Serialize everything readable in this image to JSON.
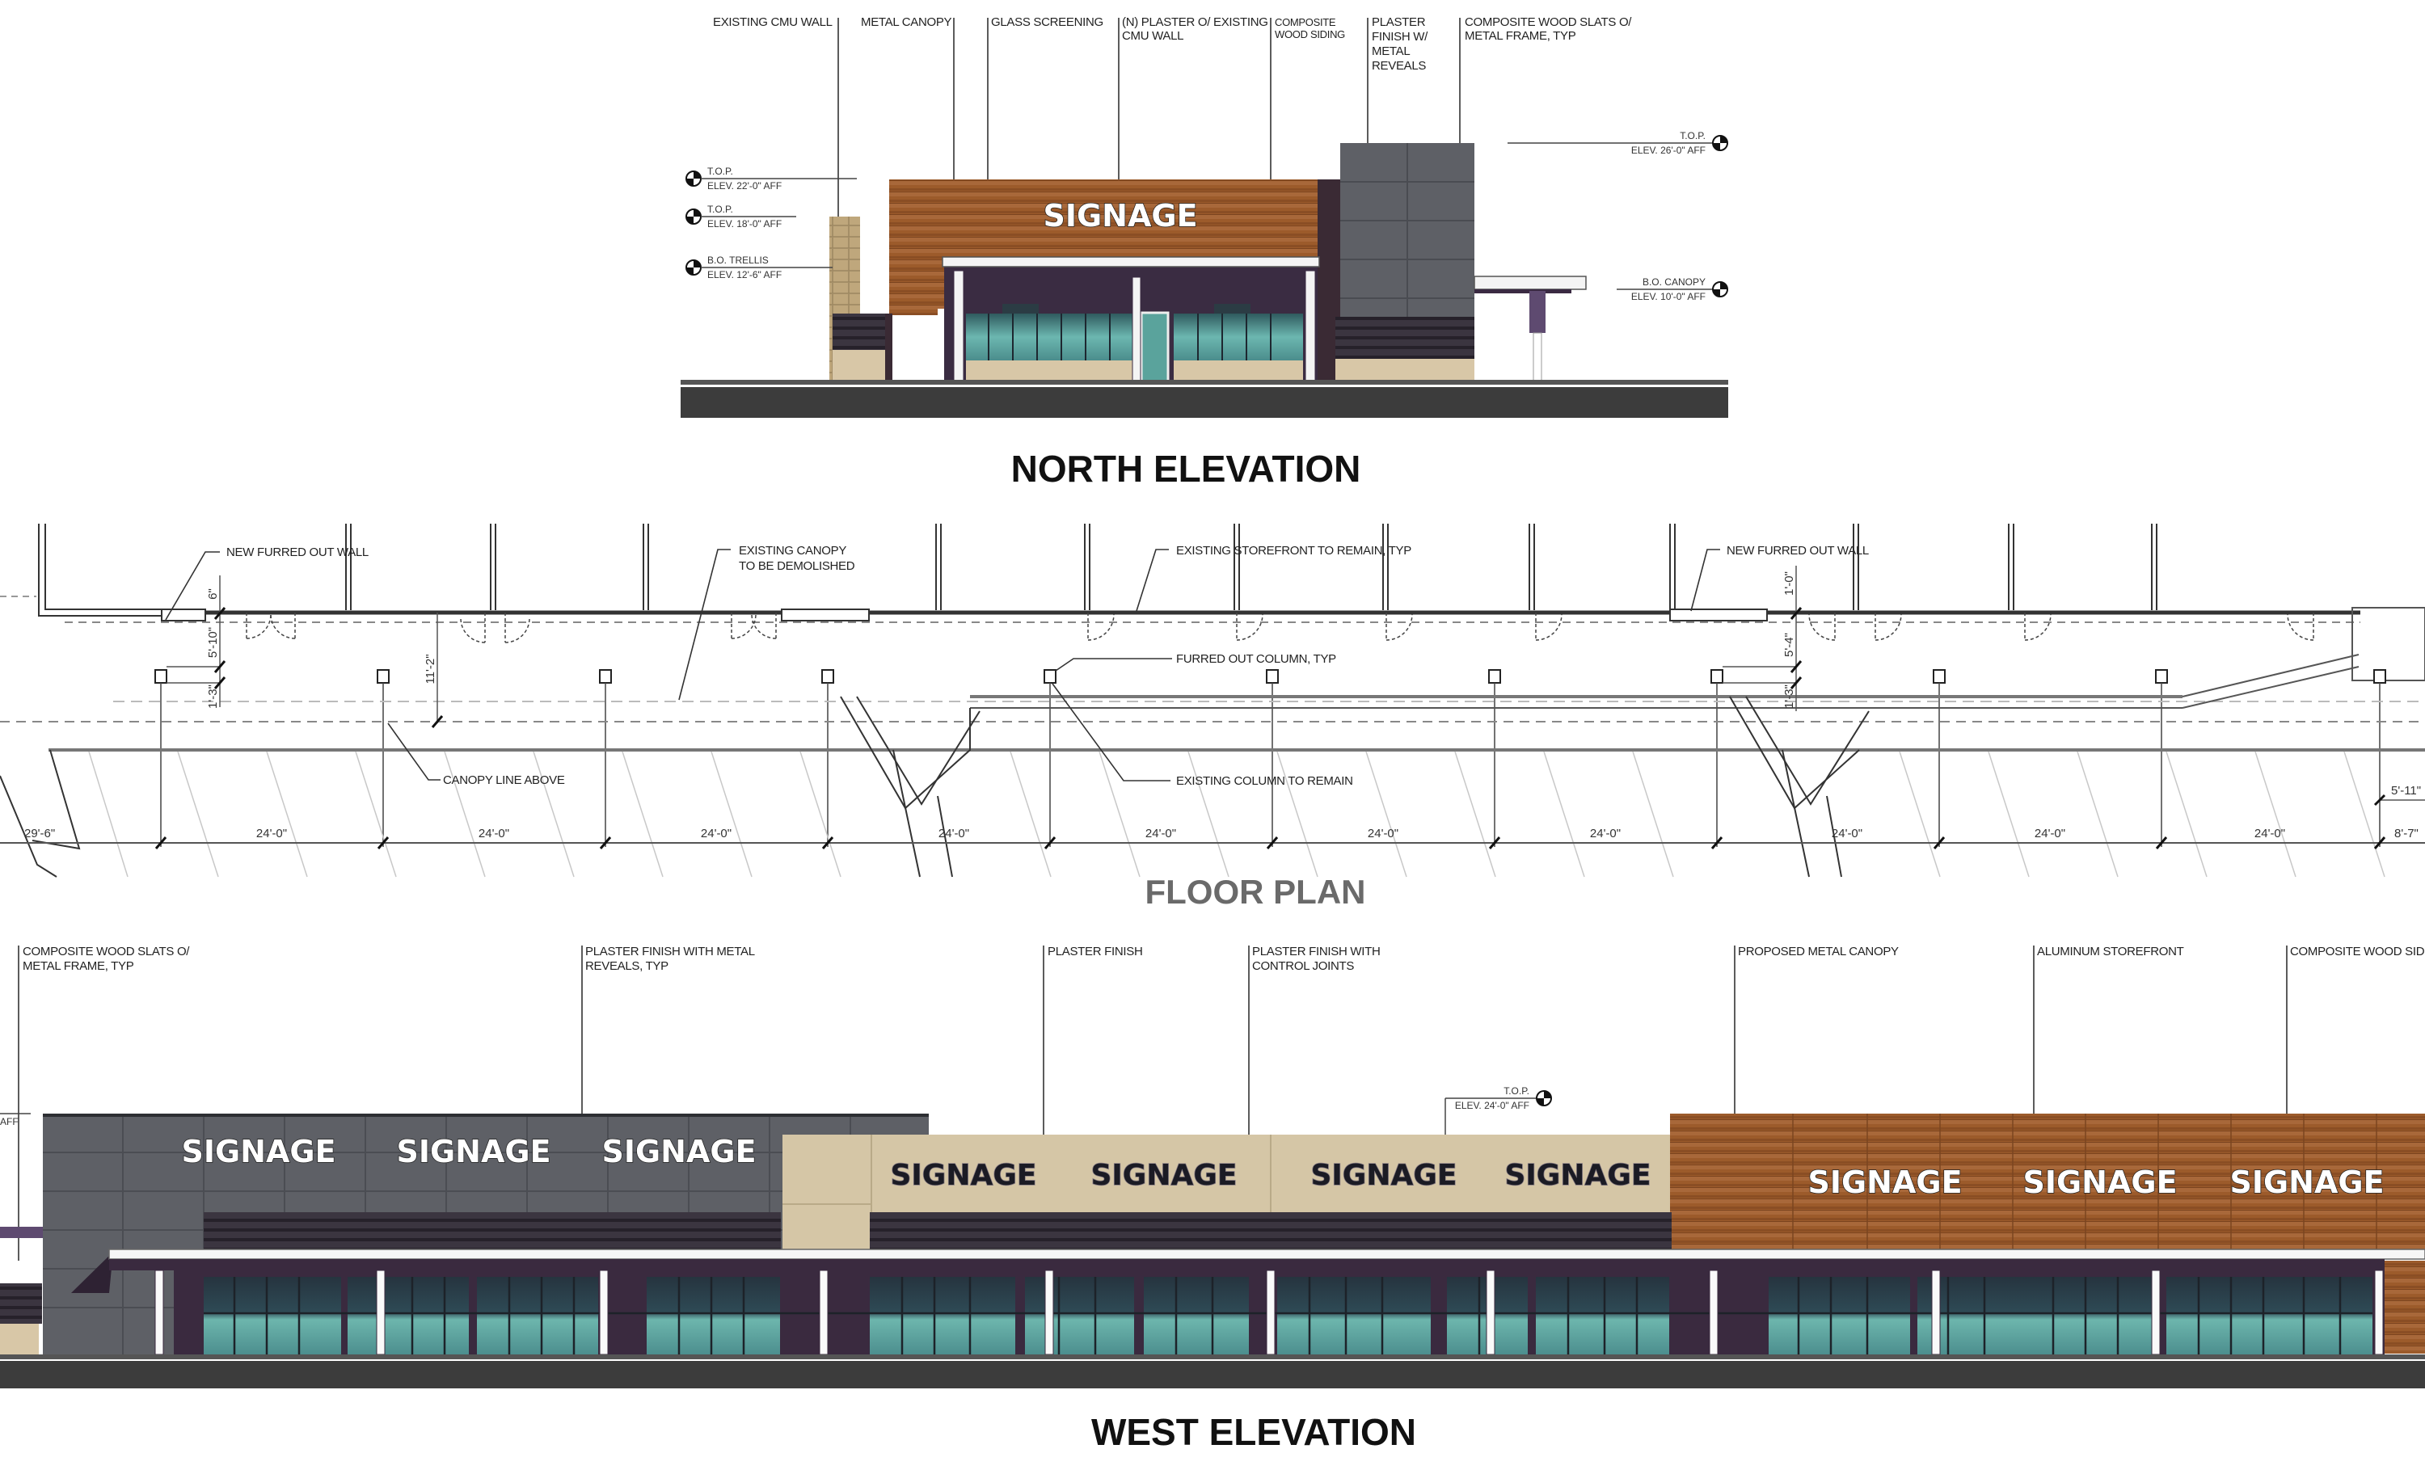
{
  "north_elevation": {
    "title": "NORTH ELEVATION",
    "signage": "SIGNAGE",
    "callouts": [
      {
        "lines": [
          "EXISTING CMU WALL"
        ]
      },
      {
        "lines": [
          "METAL CANOPY"
        ]
      },
      {
        "lines": [
          "GLASS SCREENING"
        ]
      },
      {
        "lines": [
          "(N) PLASTER O/ EXISTING",
          "CMU WALL"
        ]
      },
      {
        "lines": [
          "COMPOSITE",
          "WOOD SIDING"
        ]
      },
      {
        "lines": [
          "PLASTER",
          "FINISH W/",
          "METAL",
          "REVEALS"
        ]
      },
      {
        "lines": [
          "COMPOSITE WOOD SLATS O/",
          "METAL FRAME, TYP"
        ]
      }
    ],
    "elevation_markers": [
      {
        "label": "T.O.P.",
        "value": "ELEV. 22'-0\" AFF"
      },
      {
        "label": "T.O.P.",
        "value": "ELEV. 18'-0\" AFF"
      },
      {
        "label": "B.O. TRELLIS",
        "value": "ELEV. 12'-6\" AFF"
      },
      {
        "label": "T.O.P.",
        "value": "ELEV. 26'-0\" AFF"
      },
      {
        "label": "B.O. CANOPY",
        "value": "ELEV. 10'-0\" AFF"
      }
    ]
  },
  "floor_plan": {
    "title": "FLOOR PLAN",
    "callouts": [
      "NEW FURRED OUT WALL",
      "EXISTING CANOPY",
      "TO BE DEMOLISHED",
      "EXISTING STOREFRONT TO REMAIN, TYP",
      "NEW FURRED OUT WALL",
      "FURRED OUT COLUMN, TYP",
      "CANOPY LINE ABOVE",
      "EXISTING COLUMN TO REMAIN"
    ],
    "vertical_dims": [
      "6\"",
      "5'-10\"",
      "1'-3\"",
      "11'-2\"",
      "1'-0\"",
      "5'-4\"",
      "1'-3\""
    ],
    "bay_dims": [
      "29'-6\"",
      "24'-0\"",
      "24'-0\"",
      "24'-0\"",
      "24'-0\"",
      "24'-0\"",
      "24'-0\"",
      "24'-0\"",
      "24'-0\"",
      "24'-0\"",
      "24'-0\"",
      "8'-7\""
    ],
    "side_dim": "5'-11\""
  },
  "west_elevation": {
    "title": "WEST ELEVATION",
    "callouts": [
      {
        "lines": [
          "COMPOSITE WOOD SLATS O/",
          "METAL FRAME, TYP"
        ]
      },
      {
        "lines": [
          "PLASTER FINISH WITH METAL",
          "REVEALS, TYP"
        ]
      },
      {
        "lines": [
          "PLASTER FINISH"
        ]
      },
      {
        "lines": [
          "PLASTER FINISH WITH",
          "CONTROL JOINTS"
        ]
      },
      {
        "lines": [
          "PROPOSED METAL CANOPY"
        ]
      },
      {
        "lines": [
          "ALUMINUM STOREFRONT"
        ]
      },
      {
        "lines": [
          "COMPOSITE WOOD SIDING"
        ]
      }
    ],
    "elevation_marker": {
      "label": "T.O.P.",
      "value": "ELEV. 24'-0\" AFF"
    },
    "partial_marker_text": "AFF",
    "signage_gray": [
      "SIGNAGE",
      "SIGNAGE",
      "SIGNAGE"
    ],
    "signage_tan": [
      "SIGNAGE",
      "SIGNAGE",
      "SIGNAGE",
      "SIGNAGE"
    ],
    "signage_wood": [
      "SIGNAGE",
      "SIGNAGE",
      "SIGNAGE"
    ]
  },
  "colors": {
    "wood": "#9a5a2c",
    "wood_dark": "#6e3d1c",
    "gray_panel": "#5d5f64",
    "tan": "#d5c6a6",
    "purple_dark": "#3a2a3f",
    "glass": "#5fa3a0",
    "ground": "#3c3c3c"
  }
}
